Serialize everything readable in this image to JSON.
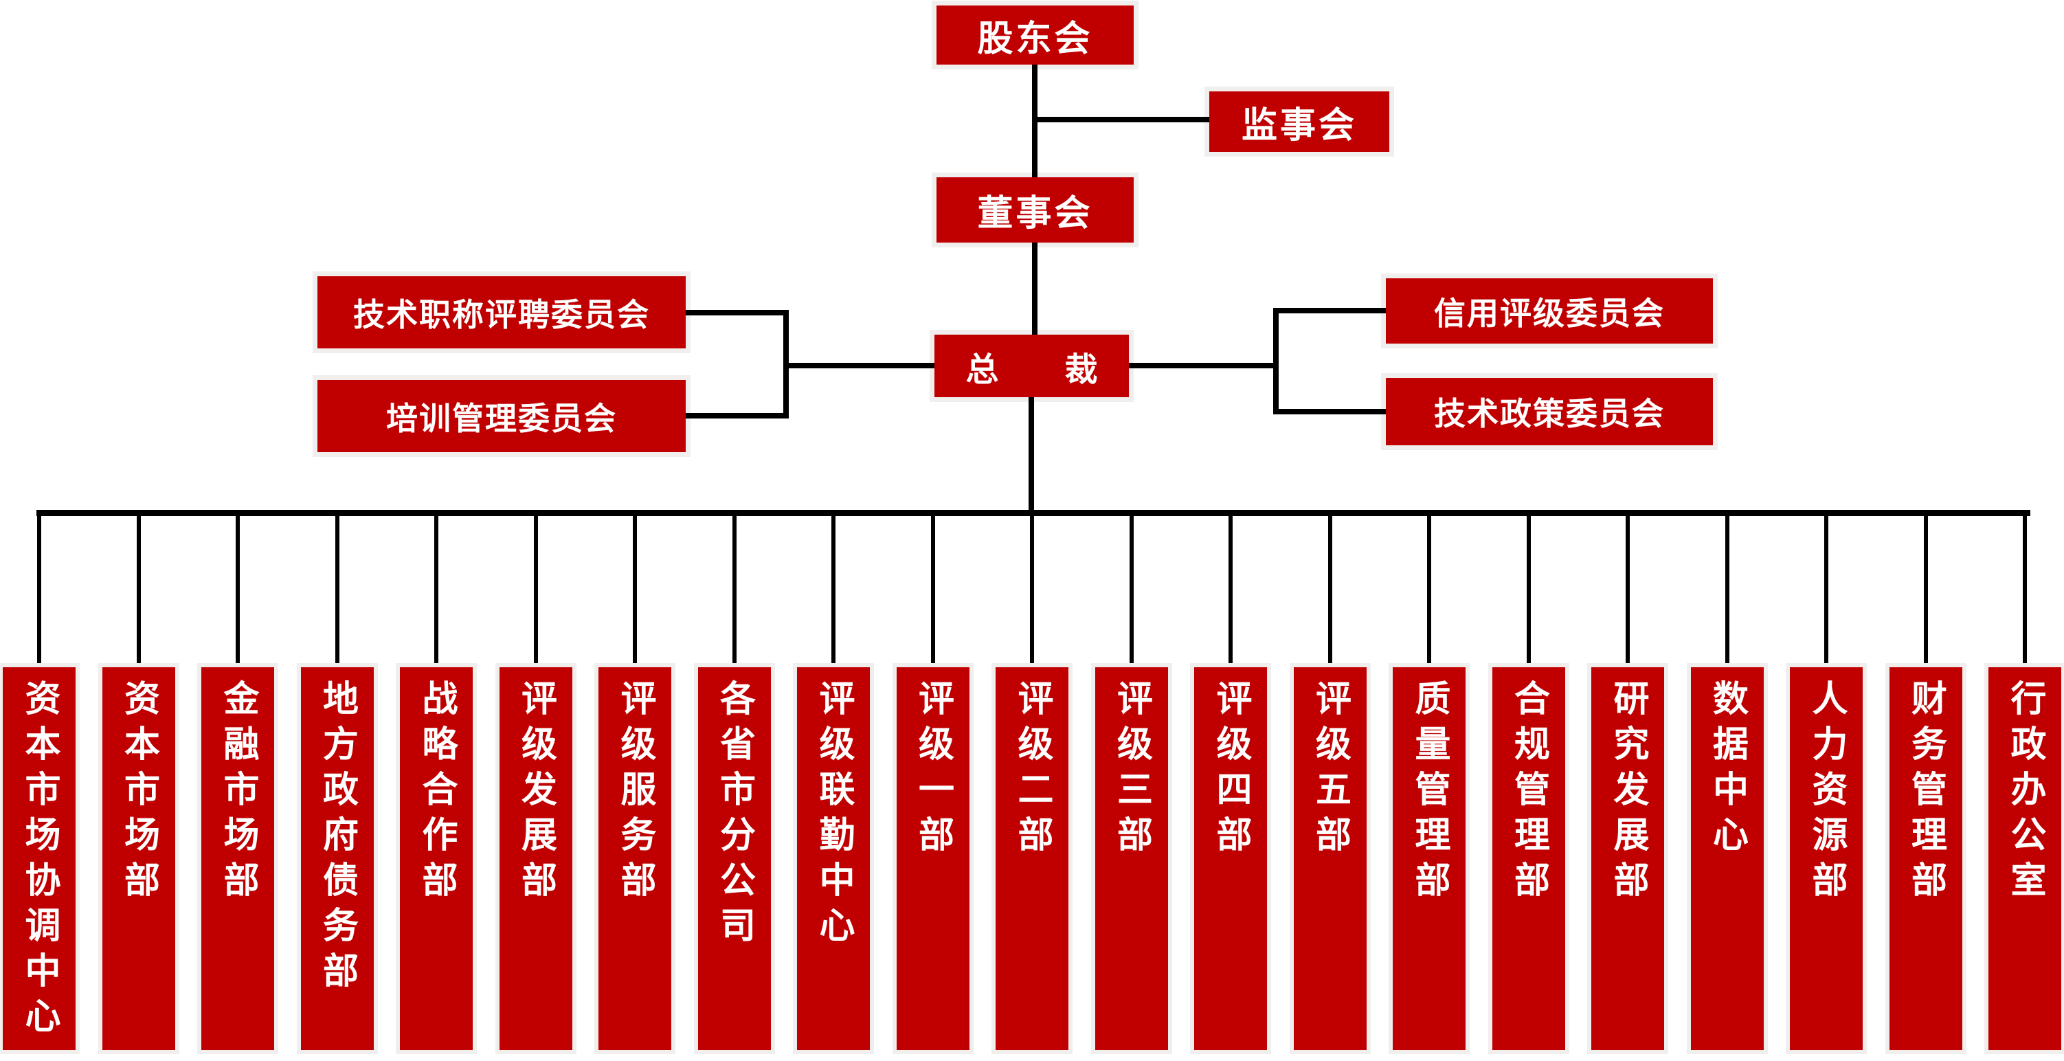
{
  "org_chart": {
    "title": "company-organization-chart",
    "nodes": {
      "shareholders": "股东会",
      "supervisory": "监事会",
      "board": "董事会",
      "president": "总　　裁"
    },
    "left_committees": [
      {
        "label": "技术职称评聘委员会"
      },
      {
        "label": "培训管理委员会"
      }
    ],
    "right_committees": [
      {
        "label": "信用评级委员会"
      },
      {
        "label": "技术政策委员会"
      }
    ],
    "departments": [
      {
        "label": "资本市场协调中心"
      },
      {
        "label": "资本市场部"
      },
      {
        "label": "金融市场部"
      },
      {
        "label": "地方政府债务部"
      },
      {
        "label": "战略合作部"
      },
      {
        "label": "评级发展部"
      },
      {
        "label": "评级服务部"
      },
      {
        "label": "各省市分公司"
      },
      {
        "label": "评级联勤中心"
      },
      {
        "label": "评级一部"
      },
      {
        "label": "评级二部"
      },
      {
        "label": "评级三部"
      },
      {
        "label": "评级四部"
      },
      {
        "label": "评级五部"
      },
      {
        "label": "质量管理部"
      },
      {
        "label": "合规管理部"
      },
      {
        "label": "研究发展部"
      },
      {
        "label": "数据中心"
      },
      {
        "label": "人力资源部"
      },
      {
        "label": "财务管理部"
      },
      {
        "label": "行政办公室"
      }
    ],
    "colors": {
      "box_red": "#C00000",
      "text_white": "#FFFFFF",
      "line_black": "#000000",
      "halo_gray": "#F1EFEE"
    }
  }
}
